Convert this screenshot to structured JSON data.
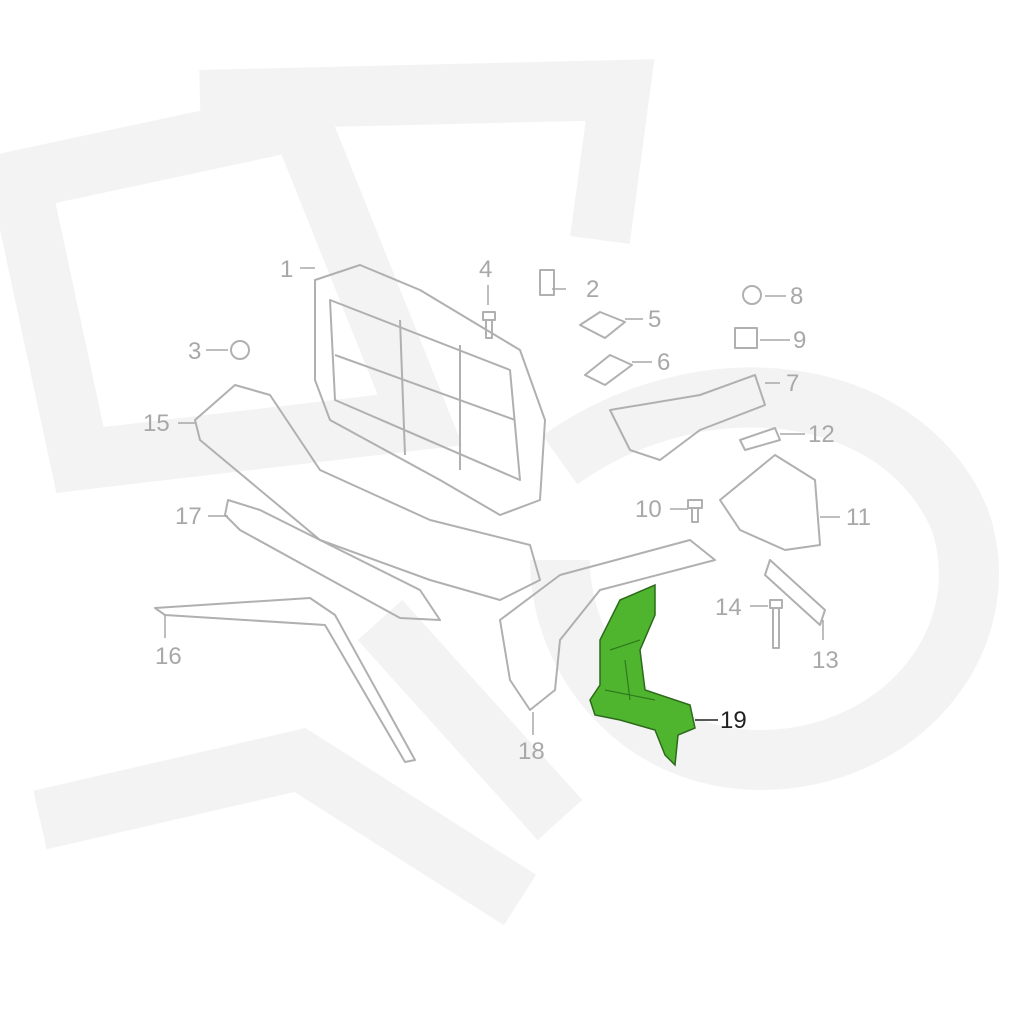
{
  "diagram": {
    "highlight_color": "#4fb52e",
    "line_color": "#b0b0b0",
    "labels": [
      "1",
      "2",
      "3",
      "4",
      "5",
      "6",
      "7",
      "8",
      "9",
      "10",
      "11",
      "12",
      "13",
      "14",
      "15",
      "16",
      "17",
      "18",
      "19"
    ],
    "highlighted_part": "19"
  }
}
